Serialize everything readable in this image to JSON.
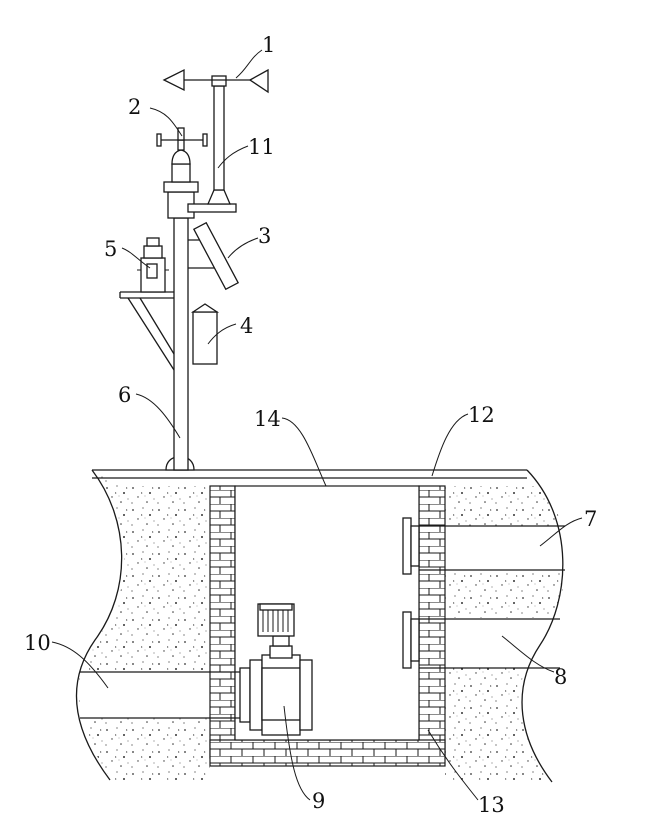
{
  "labels": {
    "l1": "1",
    "l2": "2",
    "l3": "3",
    "l4": "4",
    "l5": "5",
    "l6": "6",
    "l7": "7",
    "l8": "8",
    "l9": "9",
    "l10": "10",
    "l11": "11",
    "l12": "12",
    "l13": "13",
    "l14": "14"
  },
  "colors": {
    "line": "#1a1a1a",
    "background": "#ffffff",
    "soil_dots": "#333333"
  }
}
